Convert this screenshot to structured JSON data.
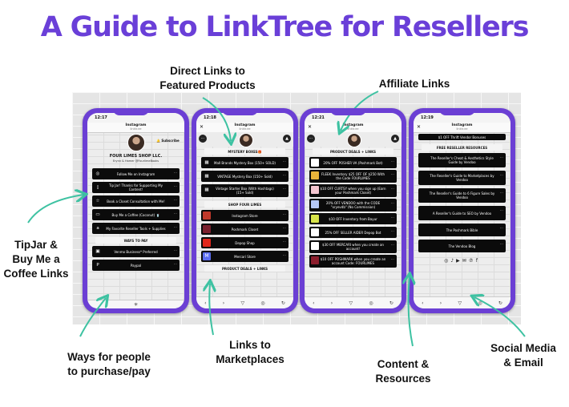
{
  "title": "A Guide to LinkTree for Resellers",
  "labels": {
    "tipjar": "TipJar & Buy Me a Coffee Links",
    "direct": "Direct Links to Featured Products",
    "affiliate": "Affiliate Links",
    "ways": "Ways for people to purchase/pay",
    "marketplaces": "Links to Marketplaces",
    "content": "Content & Resources",
    "social": "Social Media & Email"
  },
  "phones": [
    {
      "time": "12:17",
      "ig": "Instagram",
      "url": "linktr.ee",
      "subscribe": "Subscribe",
      "shop_name": "FOUR LIMES SHOP LLC.",
      "shop_sub": "Erynn & Hamer @FourlimeBooks",
      "buttons": [
        "Follow Me on Instagram",
        "Tip Jar! Thanks for Supporting My Content!",
        "Book a Closet Consultation with Me!",
        "Buy Me a Coffee (Coconut) 🥤",
        "My Favorite Reseller Tools + Supplies"
      ],
      "section": "WAYS TO PAY",
      "pay": [
        "Venmo Business* Preferred",
        "Paypal"
      ]
    },
    {
      "time": "12:18",
      "ig": "Instagram",
      "url": "linktr.ee",
      "section1": "MYSTERY BOXES🎁",
      "boxes": [
        "Mall Brands Mystery Box (150+ SOLD)",
        "VINTAGE Mystery Box (150+ Sold)",
        "Vintage Starter Box (With Hashtags) (15+ Sold)"
      ],
      "section2": "SHOP FOUR LIMES",
      "shops": [
        "Instagram Store",
        "Poshmark Closet",
        "Depop Shop",
        "Mercari Store"
      ],
      "section3": "PRODUCT DEALS + LINKS"
    },
    {
      "time": "12:21",
      "ig": "Instagram",
      "url": "linktr.ee",
      "section": "PRODUCT DEALS + LINKS",
      "deals": [
        "20% OFF POSHER VA (Poshmark Bot)",
        "FLEEK Inventory $25 OFF OF $250 With the Code FOURLIMES",
        "$10 OFF CURTSY when you sign up (Earn your Poshmark Closet)",
        "20% OFF VENDOO with the CODE \"xryevdb\" (No Commission)",
        "$10 OFF Inventory from Bayur",
        "25% OFF SELLER AIDER Depop Bot",
        "$30 OFF MERCARI when you create an account!",
        "$10 OFF POSHMARK when you create an account Code: FOURLIMES"
      ]
    },
    {
      "time": "12:19",
      "ig": "Instagram",
      "url": "linktr.ee",
      "top_strip": "$1 OFF Thrift Vendor Bonuses",
      "section": "FREE RESELLER RESOURCES",
      "resources": [
        "The Reseller's Cheat & Aesthetics Style Guide by Vendoo",
        "The Reseller's Guide to Marketplaces by Vendoo",
        "The Reseller's Guide to 6 Figure Sales by Vendoo",
        "A Reseller's Guide to SEO by Vendoo",
        "The Poshmark Bible",
        "The Vendoo Blog"
      ]
    }
  ],
  "colors": {
    "brand": "#6a3fd8",
    "arrow": "#3ec2a2",
    "phone": "#6b3fd4"
  }
}
